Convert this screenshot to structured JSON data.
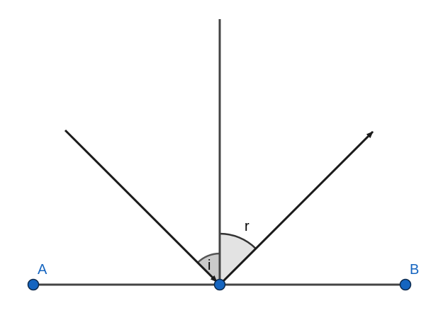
{
  "points": {
    "a": {
      "label": "A"
    },
    "b": {
      "label": "B"
    }
  },
  "angles": {
    "incidence": {
      "label": "i"
    },
    "reflection": {
      "label": "r"
    }
  },
  "colors": {
    "point_fill": "#1565c0",
    "point_stroke": "#0d2a4d",
    "point_label": "#1565c0",
    "mirror_line": "#444444",
    "normal_line": "#444444",
    "ray": "#1a1a1a",
    "angle_fill": "#d9d9d9",
    "angle_stroke": "#333333"
  }
}
